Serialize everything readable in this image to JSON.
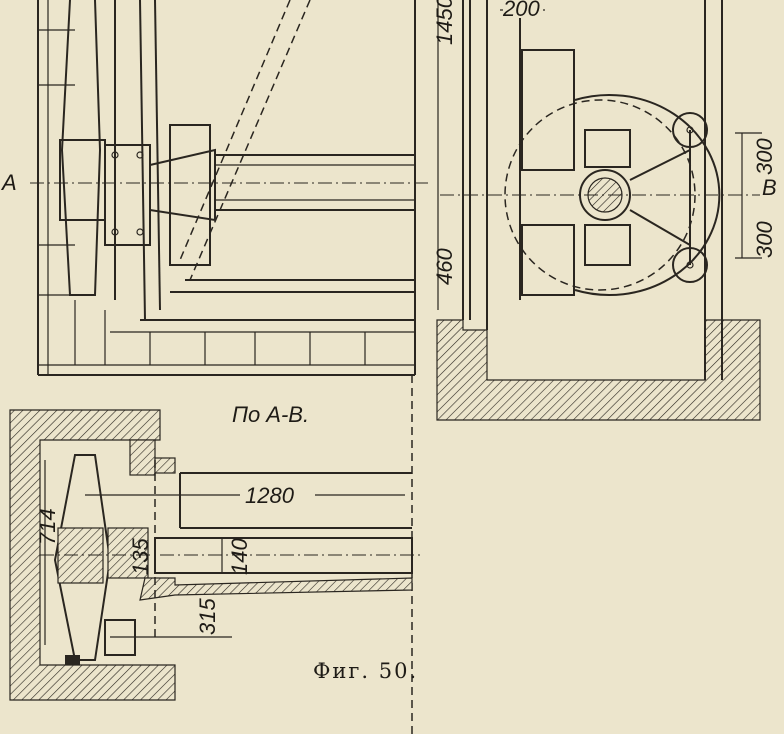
{
  "figure": {
    "caption": "Фиг. 50.",
    "section_label": "По А-В.",
    "section_marks": {
      "a": "A",
      "b": "B"
    },
    "dimensions": {
      "d1450": "1450",
      "d200": "200",
      "d460": "460",
      "d300_top": "300",
      "d300_bottom": "300",
      "d1280": "1280",
      "d714": "714",
      "d135": "135",
      "d140": "140",
      "d315": "315"
    }
  }
}
